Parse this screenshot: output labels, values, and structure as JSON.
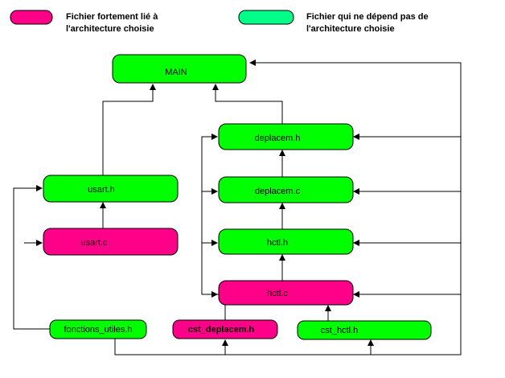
{
  "legend": {
    "dependent": {
      "label_line1": "Fichier fortement lié à",
      "label_line2": "l'architecture choisie",
      "color": "#ff0088"
    },
    "independent": {
      "label_line1": "Fichier qui ne dépend pas de",
      "label_line2": "l'architecture choisie",
      "color": "#00ff88"
    }
  },
  "colors": {
    "green": "#00ff00",
    "magenta": "#ff0088",
    "line": "#000000"
  },
  "nodes": {
    "main": {
      "label": "MAIN",
      "kind": "green"
    },
    "deplacem_h": {
      "label": "deplacem.h",
      "kind": "green"
    },
    "deplacem_c": {
      "label": "deplacem.c",
      "kind": "green"
    },
    "hctl_h": {
      "label": "hctl.h",
      "kind": "green"
    },
    "hctl_c": {
      "label": "hctl.c",
      "kind": "magenta"
    },
    "usart_h": {
      "label": "usart.h",
      "kind": "green"
    },
    "usart_c": {
      "label": "usart.c",
      "kind": "magenta"
    },
    "fonctions_utiles_h": {
      "label": "fonctions_utiles.h",
      "kind": "green"
    },
    "cst_deplacem_h": {
      "label": "cst_deplacem.h",
      "kind": "magenta"
    },
    "cst_hctl_h": {
      "label": "cst_hctl.h",
      "kind": "green"
    }
  }
}
